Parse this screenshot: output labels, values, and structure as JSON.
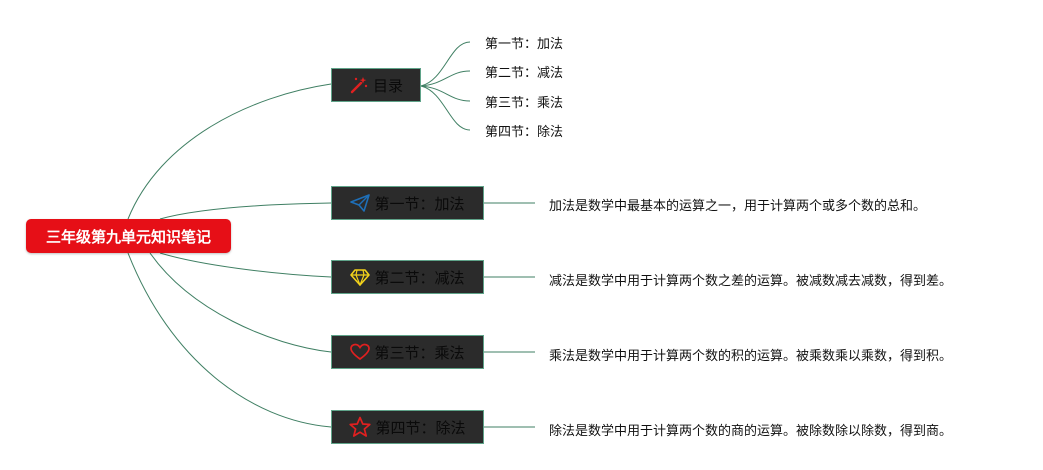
{
  "root": {
    "label": "三年级第九单元知识笔记",
    "color": "#e60f17"
  },
  "toc": {
    "label": "目录",
    "icon": "magic-wand-icon",
    "items": [
      "第一节：加法",
      "第二节：减法",
      "第三节：乘法",
      "第四节：除法"
    ]
  },
  "sections": [
    {
      "label": "第一节：加法",
      "icon": "paper-plane-icon",
      "icon_color": "#1e6fb8",
      "description": "加法是数学中最基本的运算之一，用于计算两个或多个数的总和。"
    },
    {
      "label": "第二节：减法",
      "icon": "diamond-icon",
      "icon_color": "#f2d21b",
      "description": "减法是数学中用于计算两个数之差的运算。被减数减去减数，得到差。"
    },
    {
      "label": "第三节：乘法",
      "icon": "heart-icon",
      "icon_color": "#e02020",
      "description": "乘法是数学中用于计算两个数的积的运算。被乘数乘以乘数，得到积。"
    },
    {
      "label": "第四节：除法",
      "icon": "star-icon",
      "icon_color": "#e02020",
      "description": "除法是数学中用于计算两个数的商的运算。被除数除以除数，得到商。"
    }
  ],
  "colors": {
    "node_background": "#2b2b2b",
    "node_border": "#5fa389",
    "link": "#3f7f63"
  }
}
